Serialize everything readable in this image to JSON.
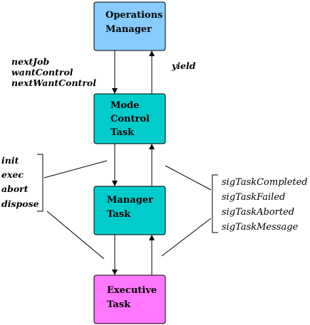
{
  "nodes": {
    "operations_manager": {
      "line1": "Operations",
      "line2": "Manager",
      "color": "#88ccff"
    },
    "mode_control_task": {
      "line1": "Mode",
      "line2": "Control",
      "line3": "Task",
      "color": "#00cccc"
    },
    "manager_task": {
      "line1": "Manager",
      "line2": "Task",
      "color": "#00cccc"
    },
    "executive_task": {
      "line1": "Executive",
      "line2": "Task",
      "color": "#ff77ff"
    }
  },
  "edges": {
    "ops_to_mode_labels": [
      "nextJob",
      "wantControl",
      "nextWantControl"
    ],
    "mode_to_ops_label": "yield",
    "downward_commands": [
      "init",
      "exec",
      "abort",
      "dispose"
    ],
    "upward_signals": [
      "sigTaskCompleted",
      "sigTaskFailed",
      "sigTaskAborted",
      "sigTaskMessage"
    ]
  }
}
